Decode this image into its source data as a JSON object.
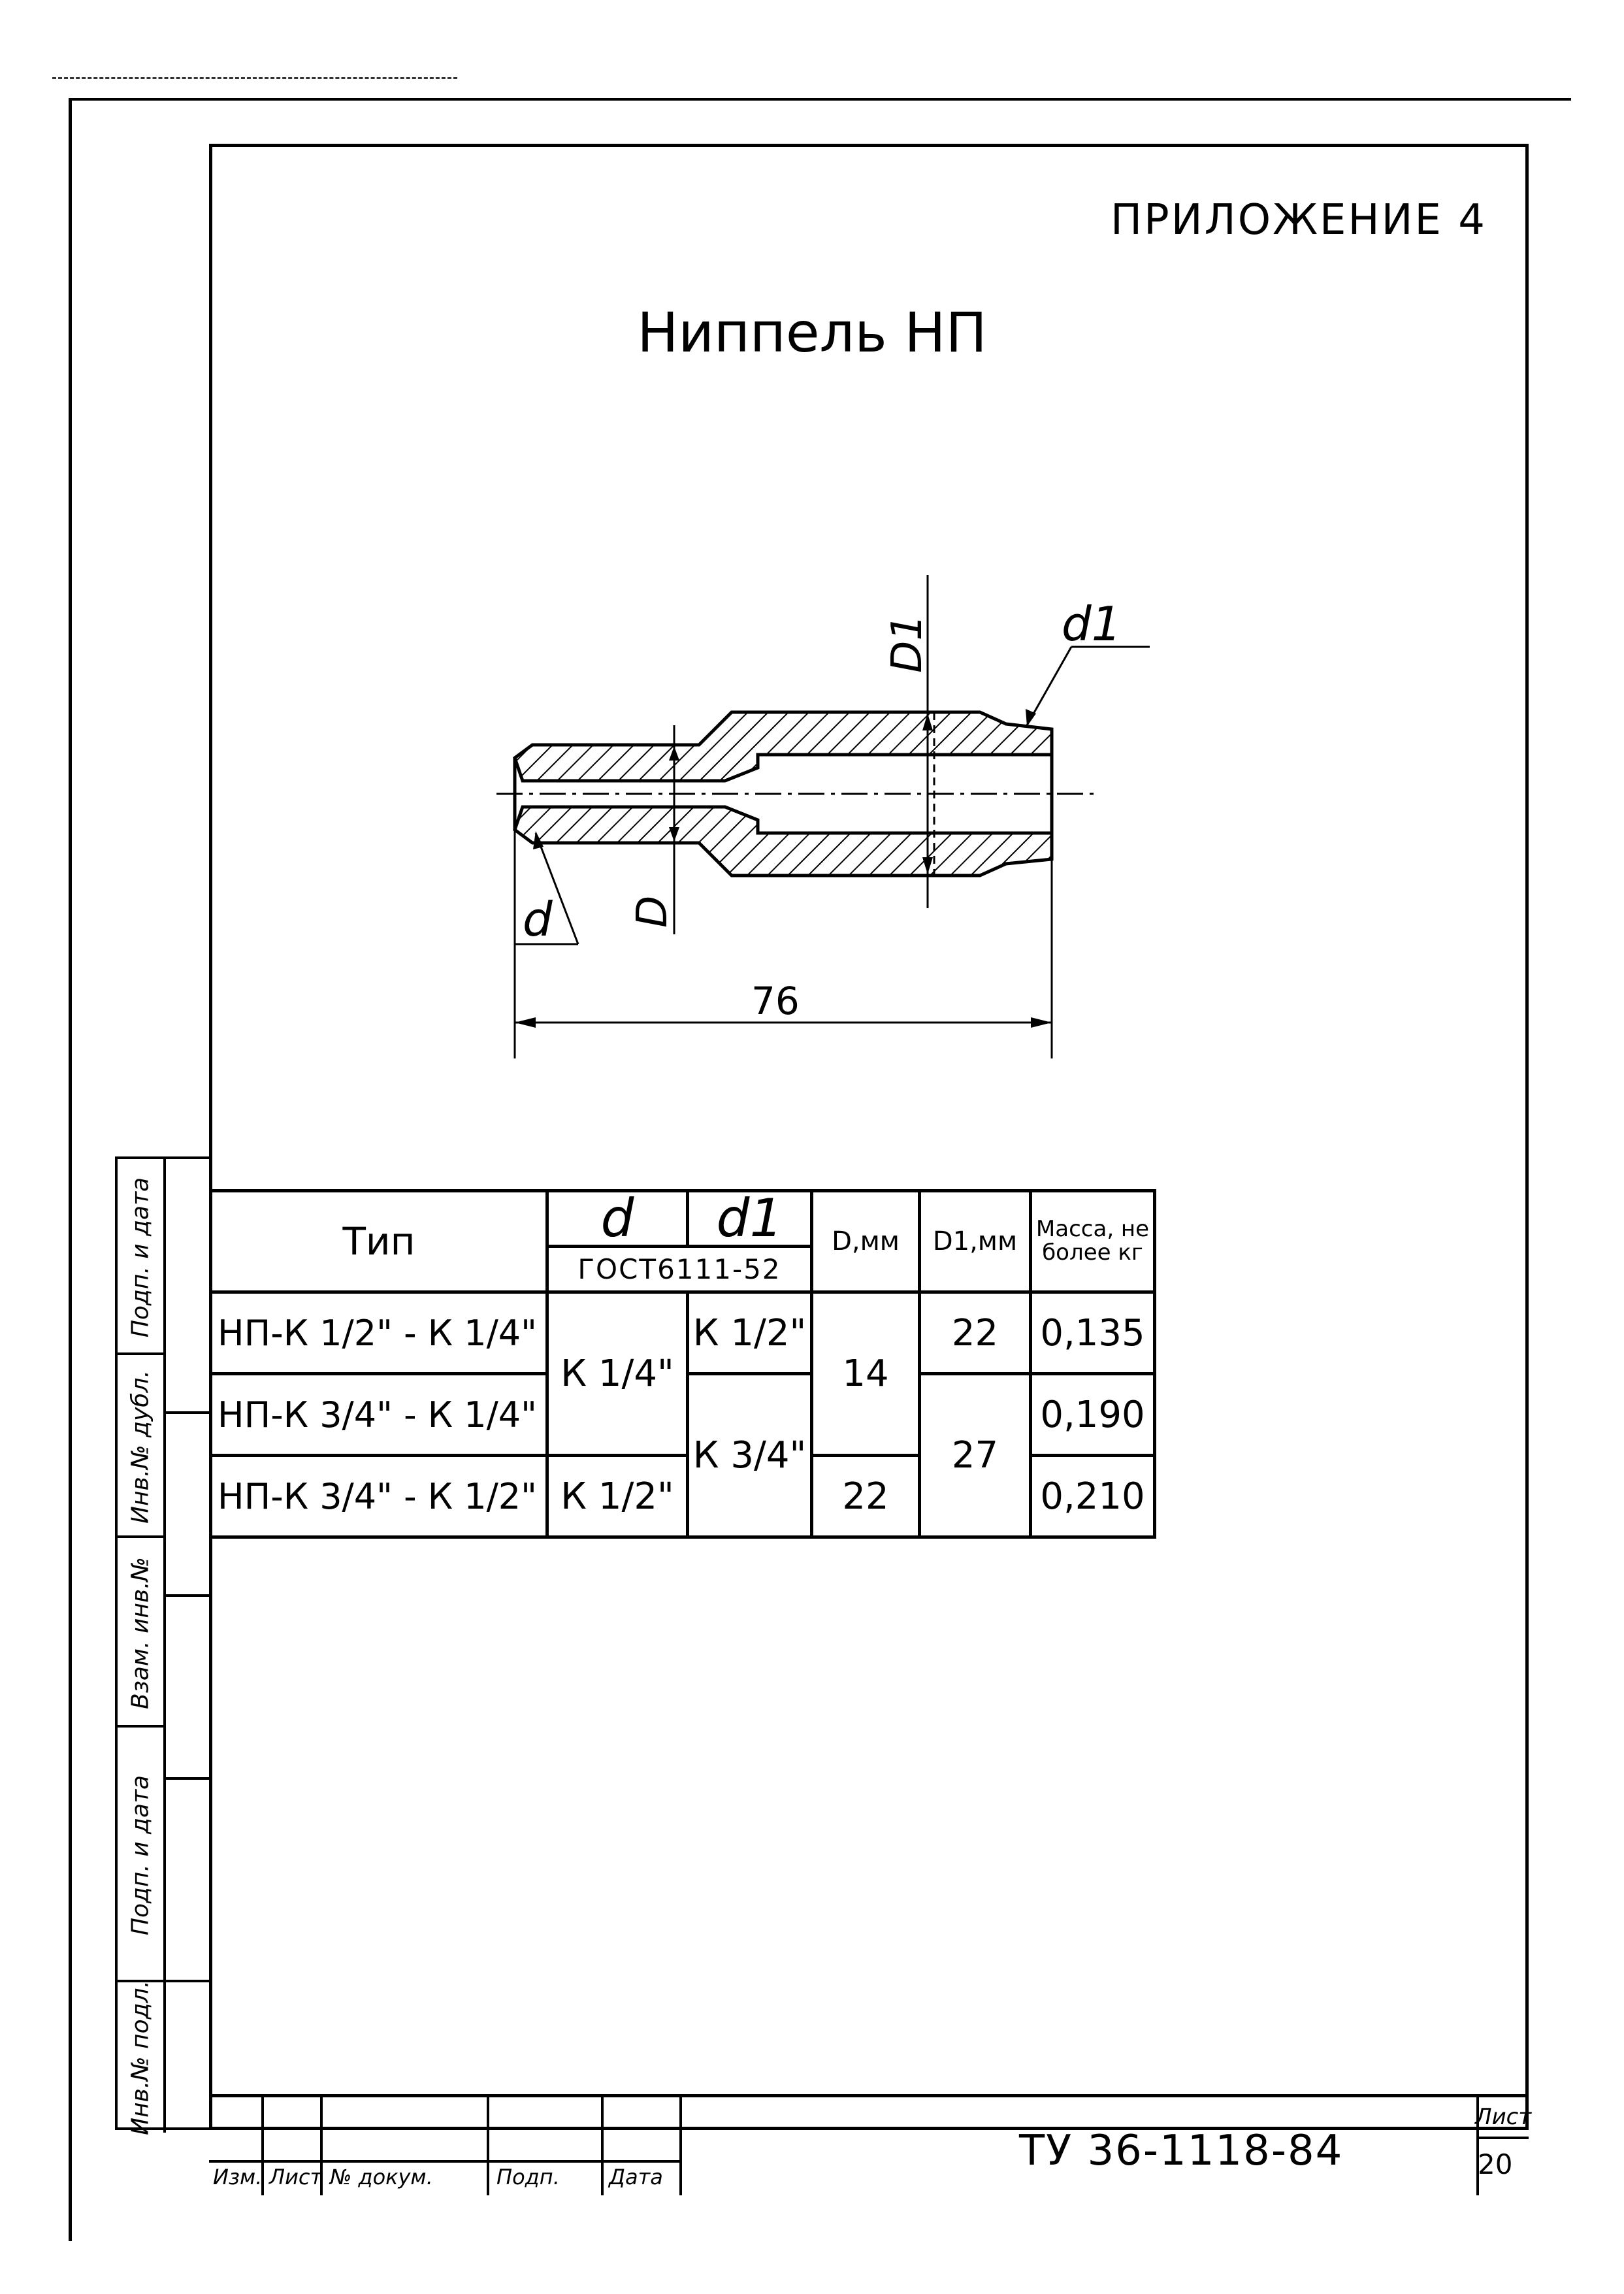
{
  "appendix_label": "ПРИЛОЖЕНИЕ 4",
  "title": "Ниппель НП",
  "drawing": {
    "dim_D1": "D1",
    "dim_d1": "d1",
    "dim_D": "D",
    "dim_d": "d",
    "length": "76"
  },
  "table": {
    "headers": {
      "type": "Тип",
      "d": "d",
      "d1": "d1",
      "gost": "ГОСТ6111-52",
      "D": "D,мм",
      "D1": "D1,мм",
      "mass": "Масса, не более кг"
    },
    "rows": [
      {
        "type": "НП-К 1/2\" - К 1/4\"",
        "mass": "0,135"
      },
      {
        "type": "НП-К 3/4\" - К 1/4\"",
        "mass": "0,190"
      },
      {
        "type": "НП-К 3/4\" - К 1/2\"",
        "mass": "0,210"
      }
    ],
    "d_values": [
      "К 1/4\"",
      "К 1/2\""
    ],
    "d1_values": [
      "К 1/2\"",
      "К 3/4\""
    ],
    "D_values": [
      "14",
      "22"
    ],
    "D1_values": [
      "22",
      "27"
    ]
  },
  "stamp_labels": [
    "Инв.№ подл.",
    "Подп. и дата",
    "Взам. инв.№",
    "Инв.№ дубл.",
    "Подп. и дата"
  ],
  "title_block": {
    "columns": [
      "Изм.",
      "Лист",
      "№ докум.",
      "Подп.",
      "Дата"
    ],
    "document_code": "ТУ 36-1118-84",
    "sheet_label": "Лист",
    "sheet_number": "20"
  }
}
